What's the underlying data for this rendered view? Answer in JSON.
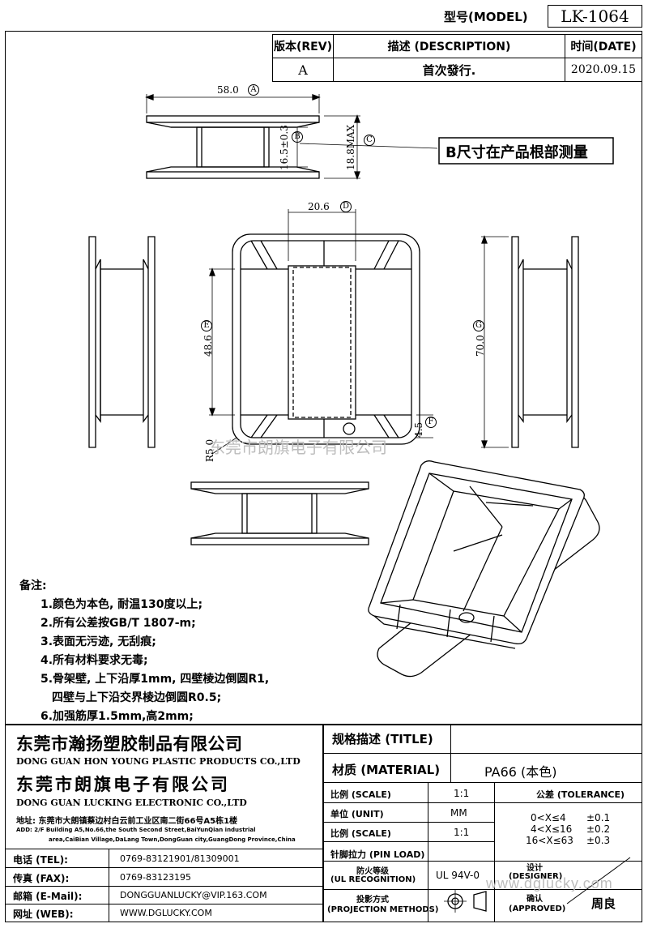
{
  "header": {
    "model_label": "型号(MODEL)",
    "model_value": "LK-1064"
  },
  "revision": {
    "rev_header": "版本(REV)",
    "desc_header": "描述 (DESCRIPTION)",
    "date_header": "时间(DATE)",
    "rev_value": "A",
    "desc_value": "首次發行.",
    "date_value": "2020.09.15"
  },
  "drawing": {
    "dim_58": "58.0",
    "mark_A": "A",
    "dim_16_5": "16.5±0.3",
    "mark_B": "B",
    "dim_18_8": "18.8MAX",
    "mark_C": "C",
    "callout_note": "B尺寸在产品根部测量",
    "dim_20_6": "20.6",
    "mark_D": "D",
    "dim_48_6": "48.6",
    "mark_E": "E",
    "dim_70": "70.0",
    "mark_G": "G",
    "dim_R5": "R5.0",
    "dim_4_5": "4.5",
    "mark_F": "F"
  },
  "watermark": {
    "center_text": "东莞市朗旗电子有限公司",
    "corner_text": "www.dglucky.com"
  },
  "notes": {
    "title": "备注:",
    "items": [
      "1.颜色为本色, 耐温130度以上;",
      "2.所有公差按GB/T 1807-m;",
      "3.表面无污迹, 无刮痕;",
      "4.所有材料要求无毒;",
      "5.骨架壁, 上下沿厚1mm, 四壁棱边倒圆R1,",
      "四壁与上下沿交界棱边倒圆R0.5;",
      "6.加强筋厚1.5mm,高2mm;"
    ]
  },
  "company": {
    "name1_cn": "东莞市瀚扬塑胶制品有限公司",
    "name1_en": "DONG GUAN HON YOUNG PLASTIC PRODUCTS CO.,LTD",
    "name2_cn": "东莞市朗旗电子有限公司",
    "name2_en": "DONG GUAN LUCKING ELECTRONIC CO.,LTD",
    "address_cn": "地址: 东莞市大朗镇蔡边村白云前工业区南二街66号A5栋1楼",
    "address_en_1": "ADD: 2/F Building A5,No.66,the South Second Street,BaiYunQian industrial",
    "address_en_2": "area,CaiBian Village,DaLang Town,DongGuan city,GuangDong Province,China"
  },
  "contacts": [
    {
      "label": "电话 (TEL):",
      "value": "0769-83121901/81309001"
    },
    {
      "label": "传真 (FAX):",
      "value": "0769-83123195"
    },
    {
      "label": "邮箱 (E-Mail):",
      "value": "DONGGUANLUCKY@VIP.163.COM"
    },
    {
      "label": "网址 (WEB):",
      "value": "WWW.DGLUCKY.COM"
    }
  ],
  "spec": {
    "title_label": "规格描述 (TITLE)",
    "title_value": "",
    "material_label": "材质 (MATERIAL)",
    "material_value": "PA66 (本色)",
    "scale_label": "比例 (SCALE)",
    "scale_value": "1:1",
    "unit_label": "单位 (UNIT)",
    "unit_value": "MM",
    "scale2_label": "比例 (SCALE)",
    "scale2_value": "1:1",
    "pin_load_label": "针脚拉力 (PIN LOAD)",
    "pin_load_value": "",
    "ul_label_1": "防火等级",
    "ul_label_2": "(UL RECOGNITION)",
    "ul_value": "UL 94V-0",
    "proj_label_1": "投影方式",
    "proj_label_2": "(PROJECTION METHODS)",
    "tolerance_header": "公差 (TOLERANCE)",
    "tolerances": [
      {
        "range": "0<X≤4",
        "value": "±0.1"
      },
      {
        "range": "4<X≤16",
        "value": "±0.2"
      },
      {
        "range": "16<X≤63",
        "value": "±0.3"
      }
    ],
    "designer_label_1": "设计",
    "designer_label_2": "(DESIGNER)",
    "approved_label_1": "确认",
    "approved_label_2": "(APPROVED)",
    "approved_value": "周良"
  }
}
